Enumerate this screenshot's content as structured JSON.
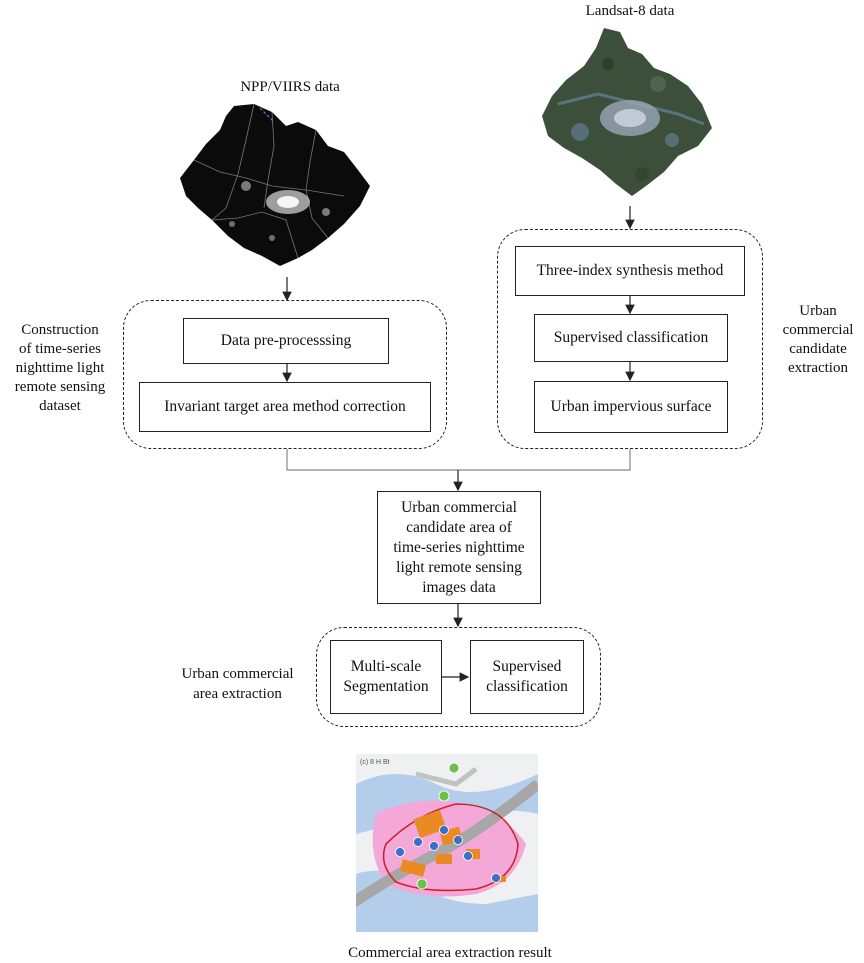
{
  "sources": {
    "nighttime_title": "NPP/VIIRS data",
    "landsat_title": "Landsat-8 data"
  },
  "left_group": {
    "caption": [
      "Construction",
      "of time-series",
      "nighttime light",
      "remote sensing",
      "dataset"
    ],
    "step1": "Data pre-processsing",
    "step2": "Invariant target area method correction"
  },
  "right_group": {
    "caption": [
      "Urban",
      "commercial",
      "candidate",
      "extraction"
    ],
    "step1": "Three-index synthesis method",
    "step2": "Supervised classification",
    "step3": "Urban impervious surface"
  },
  "merge_box": [
    "Urban commercial",
    "candidate area of",
    "time-series nighttime",
    "light remote sensing",
    "images data"
  ],
  "bottom_group": {
    "caption": [
      "Urban commercial",
      "area extraction"
    ],
    "step1": [
      "Multi-scale",
      "Segmentation"
    ],
    "step2": [
      "Supervised",
      "classification"
    ]
  },
  "result": {
    "panel_tag": "(c) 8 H Bt",
    "title": "Commercial area extraction result"
  },
  "colors": {
    "line": "#222222",
    "night_bg": "#0b0b0b",
    "urban_pink": "#f4a8d8",
    "water_blue": "#b3cdea",
    "road_gray": "#a7a7a7",
    "commercial_orange": "#e98b22",
    "boundary_red": "#c8262c",
    "marker_blue": "#3d6fc9",
    "marker_green": "#6cc04a"
  }
}
